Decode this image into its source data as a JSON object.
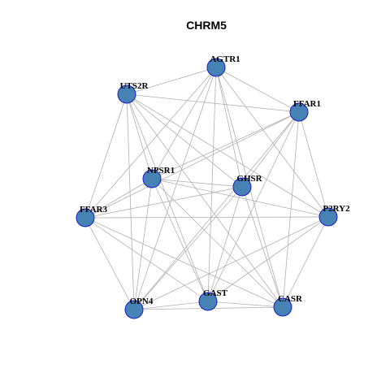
{
  "graph": {
    "title": "CHRM5",
    "colors": {
      "node_fill": "#4682b4",
      "node_stroke": "#1a1acc",
      "edge": "#b0b0b0"
    },
    "nodes": [
      {
        "id": "AGTR1",
        "label": "AGTR1"
      },
      {
        "id": "UTS2R",
        "label": "UTS2R"
      },
      {
        "id": "FFAR1",
        "label": "FFAR1"
      },
      {
        "id": "NPSR1",
        "label": "NPSR1"
      },
      {
        "id": "GHSR",
        "label": "GHSR"
      },
      {
        "id": "FFAR3",
        "label": "FFAR3"
      },
      {
        "id": "P2RY2",
        "label": "P2RY2"
      },
      {
        "id": "GAST",
        "label": "GAST"
      },
      {
        "id": "CASR",
        "label": "CASR"
      },
      {
        "id": "OPN4",
        "label": "OPN4"
      }
    ],
    "edges": [
      [
        "AGTR1",
        "UTS2R"
      ],
      [
        "AGTR1",
        "FFAR1"
      ],
      [
        "AGTR1",
        "NPSR1"
      ],
      [
        "AGTR1",
        "GHSR"
      ],
      [
        "AGTR1",
        "FFAR3"
      ],
      [
        "AGTR1",
        "P2RY2"
      ],
      [
        "AGTR1",
        "GAST"
      ],
      [
        "AGTR1",
        "CASR"
      ],
      [
        "AGTR1",
        "OPN4"
      ],
      [
        "UTS2R",
        "FFAR1"
      ],
      [
        "UTS2R",
        "NPSR1"
      ],
      [
        "UTS2R",
        "GHSR"
      ],
      [
        "UTS2R",
        "FFAR3"
      ],
      [
        "UTS2R",
        "P2RY2"
      ],
      [
        "UTS2R",
        "GAST"
      ],
      [
        "UTS2R",
        "CASR"
      ],
      [
        "UTS2R",
        "OPN4"
      ],
      [
        "FFAR1",
        "NPSR1"
      ],
      [
        "FFAR1",
        "GHSR"
      ],
      [
        "FFAR1",
        "FFAR3"
      ],
      [
        "FFAR1",
        "P2RY2"
      ],
      [
        "FFAR1",
        "GAST"
      ],
      [
        "FFAR1",
        "CASR"
      ],
      [
        "FFAR1",
        "OPN4"
      ],
      [
        "NPSR1",
        "GHSR"
      ],
      [
        "NPSR1",
        "FFAR3"
      ],
      [
        "NPSR1",
        "P2RY2"
      ],
      [
        "NPSR1",
        "GAST"
      ],
      [
        "NPSR1",
        "CASR"
      ],
      [
        "NPSR1",
        "OPN4"
      ],
      [
        "GHSR",
        "FFAR3"
      ],
      [
        "GHSR",
        "GAST"
      ],
      [
        "GHSR",
        "CASR"
      ],
      [
        "GHSR",
        "OPN4"
      ],
      [
        "FFAR3",
        "P2RY2"
      ],
      [
        "FFAR3",
        "GAST"
      ],
      [
        "FFAR3",
        "CASR"
      ],
      [
        "FFAR3",
        "OPN4"
      ],
      [
        "P2RY2",
        "GAST"
      ],
      [
        "P2RY2",
        "CASR"
      ],
      [
        "P2RY2",
        "OPN4"
      ],
      [
        "GAST",
        "CASR"
      ],
      [
        "GAST",
        "OPN4"
      ],
      [
        "CASR",
        "OPN4"
      ]
    ]
  }
}
